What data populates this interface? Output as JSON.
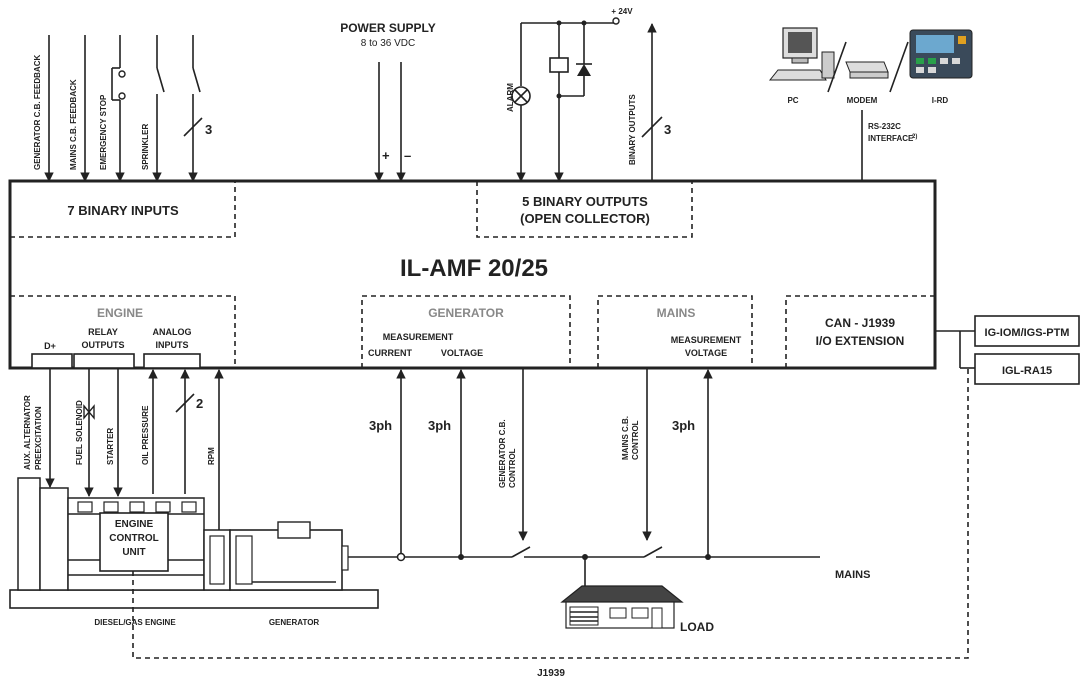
{
  "controller": {
    "title": "IL-AMF 20/25",
    "binary_inputs": "7 BINARY INPUTS",
    "binary_outputs_line1": "5 BINARY OUTPUTS",
    "binary_outputs_line2": "(OPEN COLLECTOR)",
    "engine": "ENGINE",
    "generator": "GENERATOR",
    "mains": "MAINS",
    "can_line1": "CAN - J1939",
    "can_line2": "I/O EXTENSION",
    "d_plus": "D+",
    "relay_outputs_line1": "RELAY",
    "relay_outputs_line2": "OUTPUTS",
    "analog_inputs_line1": "ANALOG",
    "analog_inputs_line2": "INPUTS",
    "gen_measurement": "MEASUREMENT",
    "gen_current": "CURRENT",
    "gen_voltage": "VOLTAGE",
    "mains_measurement": "MEASUREMENT",
    "mains_voltage": "VOLTAGE"
  },
  "inputs": {
    "generator_cb_feedback": "GENERATOR C.B. FEEDBACK",
    "mains_cb_feedback": "MAINS C.B. FEEDBACK",
    "emergency_stop": "EMERGENCY STOP",
    "sprinkler": "SPRINKLER",
    "count": "3"
  },
  "power": {
    "title": "POWER SUPPLY",
    "range": "8 to 36 VDC",
    "plus": "+",
    "minus": "–"
  },
  "outputs": {
    "supply": "+ 24V",
    "alarm": "ALARM",
    "binary_outputs": "BINARY OUTPUTS",
    "count": "3"
  },
  "pc_side": {
    "pc": "PC",
    "modem": "MODEM",
    "ird": "I-RD",
    "interface_line1": "RS-232C",
    "interface_line2": "INTERFACE",
    "interface_note": "2)"
  },
  "extension": {
    "module1": "IG-IOM/IGS-PTM",
    "module2": "IGL-RA15"
  },
  "engine_side": {
    "aux_line1": "AUX. ALTERNATOR",
    "aux_line2": "PREEXCITATION",
    "fuel_solenoid": "FUEL SOLENOID",
    "starter": "STARTER",
    "oil_pressure": "OIL PRESSURE",
    "rpm": "RPM",
    "analog_count": "2",
    "ecu_line1": "ENGINE",
    "ecu_line2": "CONTROL",
    "ecu_line3": "UNIT",
    "engine_label": "DIESEL/GAS ENGINE",
    "generator_label": "GENERATOR"
  },
  "power_side": {
    "ph_current": "3ph",
    "ph_gen_voltage": "3ph",
    "ph_mains_voltage": "3ph",
    "gen_cb_line1": "GENERATOR C.B.",
    "gen_cb_line2": "CONTROL",
    "mains_cb_line1": "MAINS C.B.",
    "mains_cb_line2": "CONTROL",
    "mains": "MAINS",
    "load": "LOAD",
    "j1939": "J1939"
  }
}
